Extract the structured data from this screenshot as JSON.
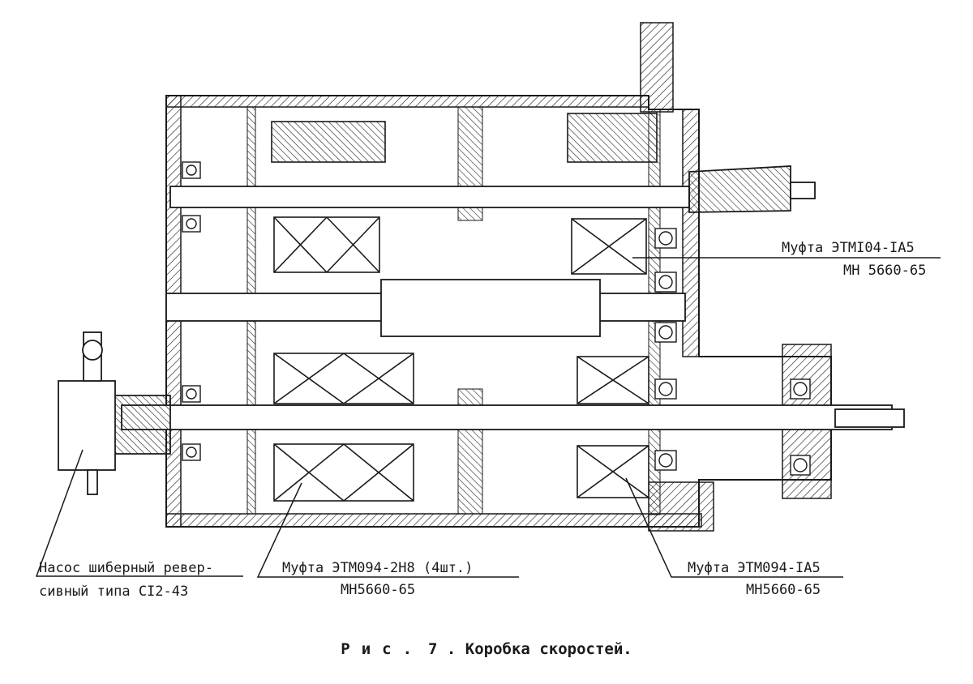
{
  "labels": {
    "coupling_top": {
      "line1": "Муфта ЭТМI04-IA5",
      "line2": "МН 5660-65"
    },
    "pump": {
      "line1": "Насос шиберный ревер-",
      "line2": "сивный типа СI2-43"
    },
    "coupling_middle": {
      "line1": "Муфта ЭТМ094-2Н8 (4шт.)",
      "line2": "МН5660-65"
    },
    "coupling_right": {
      "line1": "Муфта ЭТМ094-IA5",
      "line2": "МН5660-65"
    }
  },
  "caption": {
    "prefix": "Рис.",
    "text": "7 . Коробка скоростей."
  }
}
